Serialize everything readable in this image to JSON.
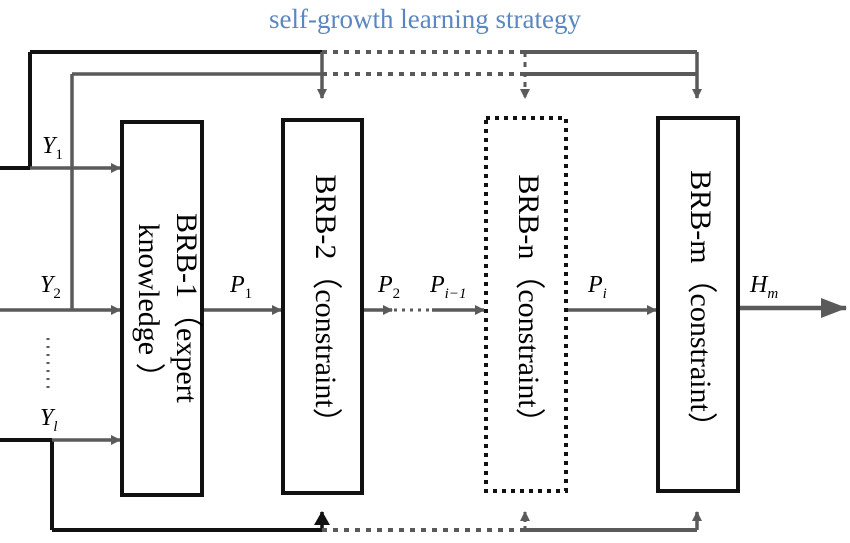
{
  "title": "self-growth learning strategy",
  "colors": {
    "title": "#5b87c0",
    "line_dark": "#111111",
    "line_gray": "#5a5a5a",
    "box_border": "#111111"
  },
  "blocks": [
    {
      "label": "BRB-1（expert knowledge ）",
      "line1": "BRB-1（expert",
      "line2": "knowledge ）"
    },
    {
      "label": "BRB-2（constraint）"
    },
    {
      "label": "BRB-n（constraint）"
    },
    {
      "label": "BRB-m（constraint）"
    }
  ],
  "inputs": [
    {
      "base": "Y",
      "sub": "1"
    },
    {
      "base": "Y",
      "sub": "2"
    },
    {
      "base": "Y",
      "sub": "l"
    }
  ],
  "signals": {
    "p1": {
      "base": "P",
      "sub": "1"
    },
    "p2": {
      "base": "P",
      "sub": "2"
    },
    "pim1": {
      "base": "P",
      "sub": "i−1"
    },
    "pi": {
      "base": "P",
      "sub": "i"
    },
    "hm": {
      "base": "H",
      "sub": "m"
    }
  }
}
